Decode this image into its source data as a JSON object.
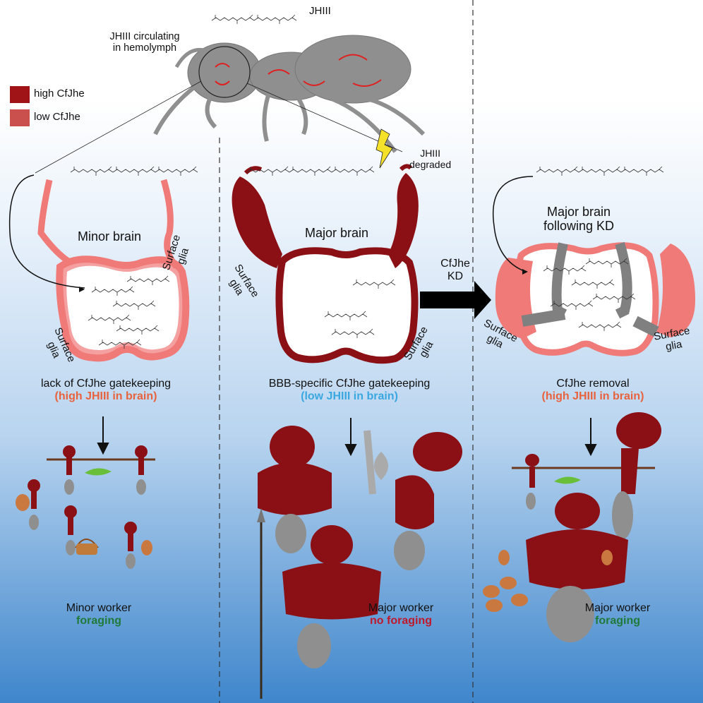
{
  "top": {
    "jh_label": "JHIII",
    "circulating": [
      "JHIII circulating",
      "in hemolymph"
    ]
  },
  "legend": {
    "high": "high CfJhe",
    "low": "low CfJhe",
    "high_color": "#a01418",
    "low_color": "#c9504c"
  },
  "colors": {
    "accent_orange": "#e8623e",
    "accent_blue": "#3aa7e0",
    "accent_green": "#1f7a3a",
    "accent_red": "#c0182b",
    "ant_dark_red": "#8b1015",
    "glia_pink": "#f07a78",
    "body_gray": "#8f8f8f"
  },
  "panel1": {
    "brain_title": "Minor brain",
    "glia_a": [
      "Surface",
      "glia"
    ],
    "glia_b": [
      "Surface",
      "glia"
    ],
    "caption": "lack of CfJhe gatekeeping",
    "caption_highlight": "(high JHIII in brain)",
    "worker": "Minor worker",
    "behavior": "foraging"
  },
  "panel2": {
    "degraded": [
      "JHIII",
      "degraded"
    ],
    "brain_title": "Major brain",
    "glia_a": [
      "Surface",
      "glia"
    ],
    "glia_b": [
      "Surface",
      "glia"
    ],
    "caption": "BBB-specific CfJhe gatekeeping",
    "caption_highlight": "(low JHIII in brain)",
    "worker": "Major worker",
    "behavior": "no foraging"
  },
  "arrow": {
    "label": [
      "CfJhe",
      "KD"
    ]
  },
  "panel3": {
    "brain_title": [
      "Major brain",
      "following KD"
    ],
    "glia_a": [
      "Surface",
      "glia"
    ],
    "glia_b": [
      "Surface",
      "glia"
    ],
    "caption": "CfJhe removal",
    "caption_highlight": "(high JHIII in brain)",
    "worker": "Major worker",
    "behavior": "foraging"
  }
}
